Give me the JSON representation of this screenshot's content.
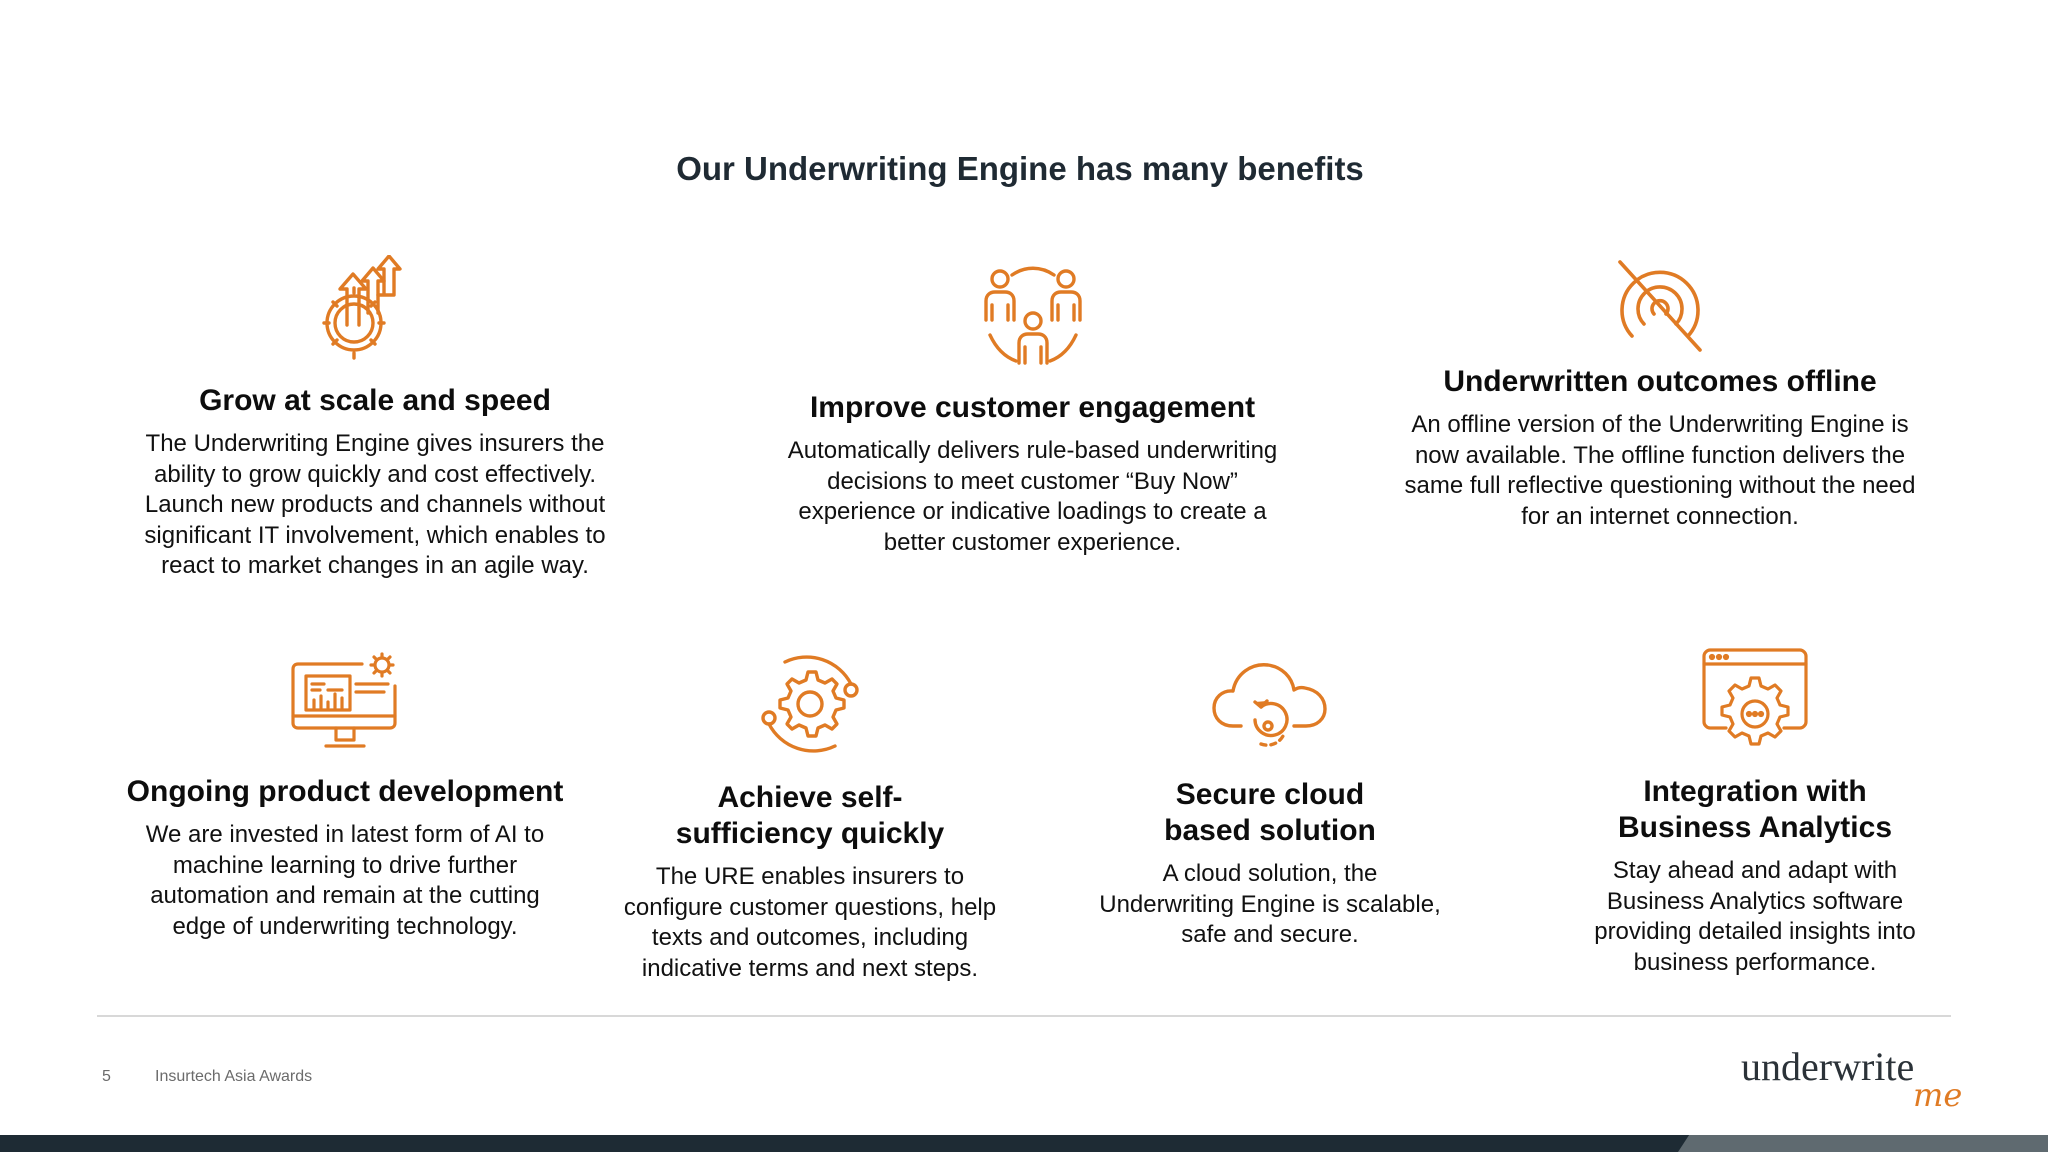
{
  "title": "Our Underwriting Engine has many benefits",
  "colors": {
    "accent": "#e07b24",
    "dark": "#1e2b34",
    "text": "#111111"
  },
  "benefits": [
    {
      "icon": "growth-arrows-gear-icon",
      "heading": "Grow at scale and speed",
      "lines": [
        "The Underwriting Engine gives insurers the",
        "ability to grow quickly and cost effectively.",
        "Launch new products and channels without",
        "significant IT involvement, which enables  to",
        "react to market changes in an agile way."
      ]
    },
    {
      "icon": "people-network-icon",
      "heading": "Improve customer engagement",
      "lines": [
        "Automatically delivers rule-based underwriting",
        "decisions to meet customer “Buy Now”",
        "experience or indicative loadings to create a",
        "better customer experience."
      ]
    },
    {
      "icon": "offline-signal-icon",
      "heading": "Underwritten outcomes offline",
      "lines": [
        "An offline version of the Underwriting Engine is",
        "now available. The offline function delivers the",
        "same full reflective questioning without the need",
        "for an internet connection."
      ]
    },
    {
      "icon": "monitor-analytics-gear-icon",
      "heading_lines": [
        "Ongoing product development"
      ],
      "lines": [
        "We are invested in latest form of AI to",
        "machine learning to drive further",
        "automation and remain at the cutting",
        "edge of underwriting technology."
      ]
    },
    {
      "icon": "gear-cycle-icon",
      "heading_lines": [
        "Achieve self-",
        "sufficiency quickly"
      ],
      "lines": [
        "The URE enables insurers to",
        "configure customer questions, help",
        "texts and outcomes, including",
        "indicative terms and next steps."
      ]
    },
    {
      "icon": "cloud-sync-icon",
      "heading_lines": [
        "Secure cloud",
        "based solution"
      ],
      "lines": [
        "A cloud solution, the",
        "Underwriting Engine is scalable,",
        "safe and secure."
      ]
    },
    {
      "icon": "browser-gear-icon",
      "heading_lines": [
        "Integration with",
        "Business Analytics"
      ],
      "lines": [
        "Stay ahead and adapt with",
        "Business Analytics software",
        "providing detailed insights into",
        "business performance."
      ]
    }
  ],
  "footer": {
    "page_number": "5",
    "event": "Insurtech Asia Awards",
    "logo_main": "underwrite",
    "logo_script": "me"
  }
}
